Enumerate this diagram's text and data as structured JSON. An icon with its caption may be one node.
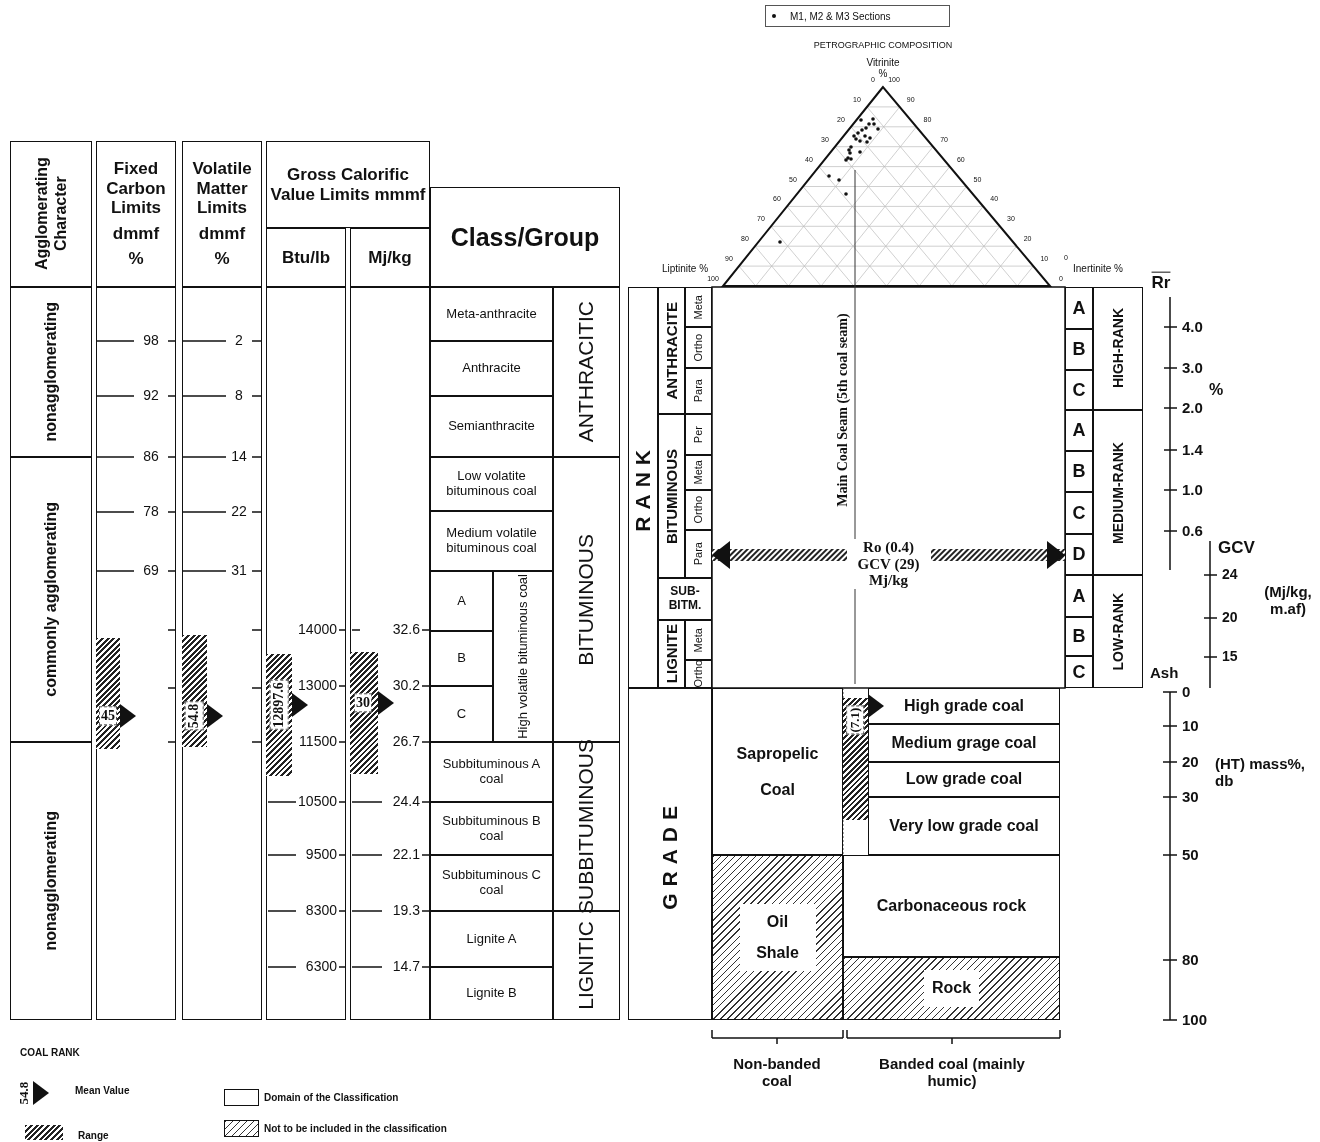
{
  "diagram": {
    "nodes": [
      {
        "text": [
          "Agglomerating Character"
        ]
      },
      {
        "text": [
          "Fixed Carbon Limits",
          "dmmf",
          "%"
        ]
      },
      {
        "text": [
          "Volatile Matter Limits",
          "dmmf",
          "%"
        ]
      },
      {
        "text": [
          "Gross Calorific Value Limits mmmf"
        ]
      },
      {
        "text": [
          "Btu/lb"
        ]
      },
      {
        "text": [
          "Mj/kg"
        ]
      },
      {
        "text": [
          "Class/Group"
        ]
      },
      {
        "text": [
          "nonagglomerating"
        ]
      },
      {
        "text": [
          "commonly agglomerating"
        ]
      },
      {
        "text": [
          "nonagglomerating"
        ]
      },
      {
        "text": [],
        "shape": "box"
      },
      {
        "text": [],
        "shape": "box"
      },
      {
        "text": [],
        "shape": "box"
      },
      {
        "text": [],
        "shape": "box"
      },
      {
        "text": [
          "Meta-anthracite"
        ]
      },
      {
        "text": [
          "Anthracite"
        ]
      },
      {
        "text": [
          "Semianthracite"
        ]
      },
      {
        "text": [
          "Low volatite bituminous coal"
        ]
      },
      {
        "text": [
          "Medium volatile bituminous coal"
        ]
      },
      {
        "text": [
          "A"
        ]
      },
      {
        "text": [
          "B"
        ]
      },
      {
        "text": [
          "C"
        ]
      },
      {
        "text": [
          "High volatile bituminous coal"
        ]
      },
      {
        "text": [
          "Subbituminous A coal"
        ]
      },
      {
        "text": [
          "Subbituminous B coal"
        ]
      },
      {
        "text": [
          "Subbituminous C coal"
        ]
      },
      {
        "text": [
          "Lignite A"
        ]
      },
      {
        "text": [
          "Lignite B"
        ]
      },
      {
        "text": [
          "ANTHRACITIC"
        ]
      },
      {
        "text": [
          "BITUMINOUS"
        ]
      },
      {
        "text": [
          "SUBBITUMINOUS"
        ]
      },
      {
        "text": [
          "LIGNITIC"
        ]
      },
      {
        "text": [
          "RANK"
        ]
      },
      {
        "text": [
          "ANTHRACITE"
        ]
      },
      {
        "text": [
          "Meta"
        ]
      },
      {
        "text": [
          "Ortho"
        ]
      },
      {
        "text": [
          "Para"
        ]
      },
      {
        "text": [
          "BITUMINOUS"
        ]
      },
      {
        "text": [
          "Per"
        ]
      },
      {
        "text": [
          "Meta"
        ]
      },
      {
        "text": [
          "Ortho"
        ]
      },
      {
        "text": [
          "Para"
        ]
      },
      {
        "text": [
          "SUB- BITM."
        ]
      },
      {
        "text": [
          "LIGNITE"
        ]
      },
      {
        "text": [
          "Meta"
        ]
      },
      {
        "text": [
          "Ortho"
        ]
      },
      {
        "text": [
          "A"
        ]
      },
      {
        "text": [
          "B"
        ]
      },
      {
        "text": [
          "C"
        ]
      },
      {
        "text": [
          "A"
        ]
      },
      {
        "text": [
          "B"
        ]
      },
      {
        "text": [
          "C"
        ]
      },
      {
        "text": [
          "D"
        ]
      },
      {
        "text": [
          "A"
        ]
      },
      {
        "text": [
          "B"
        ]
      },
      {
        "text": [
          "C"
        ]
      },
      {
        "text": [
          "HIGH-RANK"
        ]
      },
      {
        "text": [
          "MEDIUM-RANK"
        ]
      },
      {
        "text": [
          "LOW-RANK"
        ]
      },
      {
        "text": [
          "GRADE"
        ]
      },
      {
        "text": [
          "Sapropelic Coal"
        ]
      },
      {
        "text": [
          "Oil Shale"
        ]
      },
      {
        "text": [
          "High grade coal"
        ]
      },
      {
        "text": [
          "Medium grage coal"
        ]
      },
      {
        "text": [
          "Low grade coal"
        ]
      },
      {
        "text": [
          "Very low grade coal"
        ]
      },
      {
        "text": [
          "Carbonaceous rock"
        ]
      },
      {
        "text": [
          "Rock"
        ]
      }
    ],
    "edges": [
      {
        "from": 41,
        "to": 52,
        "arrow": "both",
        "style": "thick",
        "label": "Ro (0.4) GCV (29) Mj/kg"
      }
    ],
    "labels": [
      "PETROGRAPHIC COMPOSITION",
      "Vitrinite %",
      "0",
      "10",
      "20",
      "30",
      "40",
      "50",
      "60",
      "70",
      "80",
      "90",
      "100",
      "100",
      "90",
      "80",
      "70",
      "60",
      "50",
      "40",
      "30",
      "20",
      "10",
      "0",
      "0",
      "Liptinite %",
      "Inertinite %",
      "Rr",
      "4.0",
      "3.0",
      "2.0",
      "1.4",
      "1.0",
      "0.6",
      "%",
      "GCV",
      "24",
      "20",
      "15",
      "(Mj/kg, m.af)",
      "Ash",
      "0",
      "10",
      "20",
      "30",
      "50",
      "80",
      "100",
      "(HT) mass%, db",
      "98",
      "92",
      "86",
      "78",
      "69",
      "2",
      "8",
      "14",
      "22",
      "31",
      "14000",
      "13000",
      "11500",
      "10500",
      "9500",
      "8300",
      "6300",
      "32.6",
      "30.2",
      "26.7",
      "24.4",
      "22.1",
      "19.3",
      "14.7",
      "45",
      "54.8",
      "12897.6",
      "30",
      "Main Coal Seam (5th coal seam)",
      "(7.1)",
      "Non-banded coal",
      "Banded coal (mainly humic)",
      "COAL RANK",
      "54.8"
    ],
    "legend": [
      {
        "text": "M1, M2 & M3 Sections"
      },
      {
        "text": "Mean Value"
      },
      {
        "text": "Range"
      },
      {
        "text": "Domain of the Classification",
        "color": "#ffffff"
      },
      {
        "text": "Not to be included in the classification"
      }
    ]
  }
}
